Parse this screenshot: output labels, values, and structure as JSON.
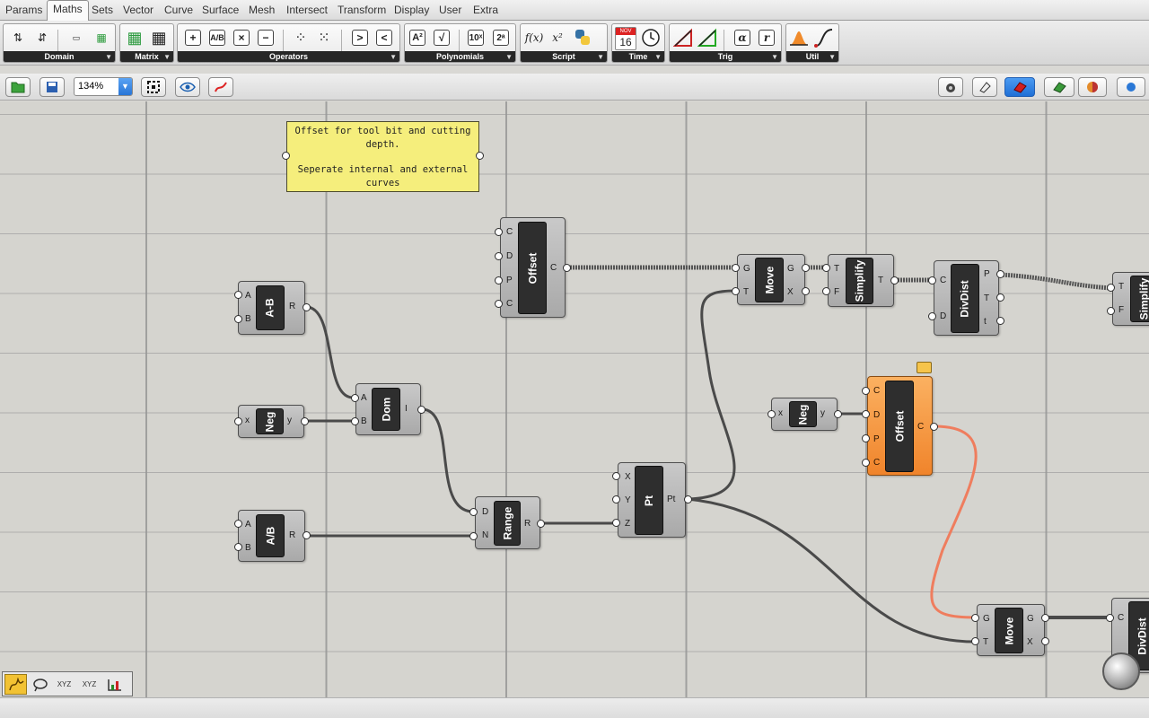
{
  "tabs": [
    "Params",
    "Maths",
    "Sets",
    "Vector",
    "Curve",
    "Surface",
    "Mesh",
    "Intersect",
    "Transform",
    "Display",
    "User",
    "Extra"
  ],
  "active_tab": "Maths",
  "ribbon": {
    "panels": [
      "Domain",
      "Matrix",
      "Operators",
      "Polynomials",
      "Script",
      "Time",
      "Trig",
      "Util"
    ],
    "domain_icons": [
      "divide-domain-icon",
      "deconstruct-domain-icon",
      "bounds-icon",
      "remap-icon"
    ],
    "matrix_icons": [
      "matrix-icon",
      "grid-icon"
    ],
    "operator_icons": [
      "+",
      "A/B",
      "×",
      "−",
      "graph-icon",
      "bezier-icon",
      ">",
      "<"
    ],
    "polynomial_icons": [
      "A²",
      "√",
      "10ˣ",
      "2ᵃ"
    ],
    "script_icons": [
      "f(x)",
      "x²",
      "python-icon"
    ],
    "time_icons": {
      "calendar_month": "NOV",
      "calendar_day": "16",
      "clock": "clock-icon"
    },
    "trig_icons": [
      "triangle-icon",
      "triangle-green-icon",
      "α",
      "r"
    ],
    "util_icons": [
      "bell-curve-icon",
      "curve-icon"
    ]
  },
  "toolbar": {
    "zoom": "134%",
    "buttons": [
      "open-file",
      "save-file",
      "zoom-extents",
      "preview",
      "sketch"
    ],
    "right_buttons": [
      "camera",
      "eraser",
      "bake",
      "draw-mode",
      "shade-mode",
      "sphere"
    ]
  },
  "note": {
    "line1": "Offset for tool bit and cutting depth.",
    "line2": "Seperate internal and external curves"
  },
  "components": {
    "a_minus_b": {
      "title": "A-B",
      "inputs": [
        "A",
        "B"
      ],
      "outputs": [
        "R"
      ]
    },
    "neg1": {
      "title": "Neg",
      "inputs": [
        "x"
      ],
      "outputs": [
        "y"
      ]
    },
    "a_div_b": {
      "title": "A/B",
      "inputs": [
        "A",
        "B"
      ],
      "outputs": [
        "R"
      ]
    },
    "dom": {
      "title": "Dom",
      "inputs": [
        "A",
        "B"
      ],
      "outputs": [
        "I"
      ]
    },
    "range": {
      "title": "Range",
      "inputs": [
        "D",
        "N"
      ],
      "outputs": [
        "R"
      ]
    },
    "pt": {
      "title": "Pt",
      "inputs": [
        "X",
        "Y",
        "Z"
      ],
      "outputs": [
        "Pt"
      ]
    },
    "offset1": {
      "title": "Offset",
      "inputs": [
        "C",
        "D",
        "P",
        "C"
      ],
      "outputs": [
        "C"
      ]
    },
    "move1": {
      "title": "Move",
      "inputs": [
        "G",
        "T"
      ],
      "outputs": [
        "G",
        "X"
      ]
    },
    "simplify1": {
      "title": "Simplify",
      "inputs": [
        "T",
        "F"
      ],
      "outputs": [
        "T"
      ]
    },
    "divdist1": {
      "title": "DivDist",
      "inputs": [
        "C",
        "D"
      ],
      "outputs": [
        "P",
        "T",
        "t"
      ]
    },
    "simplify2": {
      "title": "Simplify",
      "inputs": [
        "T",
        "F"
      ],
      "outputs": []
    },
    "neg2": {
      "title": "Neg",
      "inputs": [
        "x"
      ],
      "outputs": [
        "y"
      ]
    },
    "offset2": {
      "title": "Offset",
      "inputs": [
        "C",
        "D",
        "P",
        "C"
      ],
      "outputs": [
        "C"
      ]
    },
    "move2": {
      "title": "Move",
      "inputs": [
        "G",
        "T"
      ],
      "outputs": [
        "G",
        "X"
      ]
    },
    "divdist2": {
      "title": "DivDist",
      "inputs": [
        "C"
      ],
      "outputs": []
    }
  },
  "mini_toolbar": [
    "tab-icons-1",
    "tab-icons-2",
    "xyz-icon",
    "xyz-vector-icon",
    "graph-icon"
  ],
  "colors": {
    "selected": "#f0842b",
    "wire": "#4a4a4a",
    "selected_wire": "#ef7d5e",
    "note": "#f5ee7c",
    "canvas": "#d5d4cf"
  }
}
